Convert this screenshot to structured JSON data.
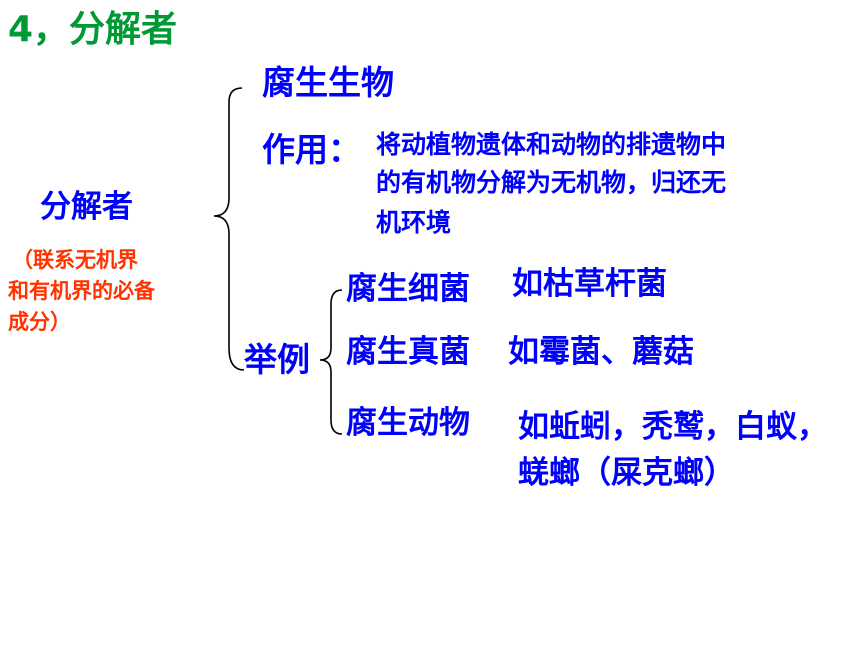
{
  "colors": {
    "title": "#009933",
    "main": "#0000ff",
    "note": "#ff3300",
    "bracket": "#000000"
  },
  "title": "4，分解者",
  "left": {
    "label": "分解者",
    "note_lines": [
      "（联系无机界",
      "和有机界的必备",
      "成分）"
    ]
  },
  "branch": {
    "saprophyte": "腐生生物",
    "function_label": "作用：",
    "function_lines": [
      "将动植物遗体和动物的排遗物中",
      "的有机物分解为无机物，归还无",
      "机环境"
    ],
    "examples_label": "举例"
  },
  "examples": [
    {
      "category": "腐生细菌",
      "detail_lines": [
        "如枯草杆菌"
      ]
    },
    {
      "category": "腐生真菌",
      "detail_lines": [
        "如霉菌、蘑菇"
      ]
    },
    {
      "category": "腐生动物",
      "detail_lines": [
        "如蚯蚓，秃鹫，白蚁，",
        "蜣螂（屎克螂）"
      ]
    }
  ]
}
